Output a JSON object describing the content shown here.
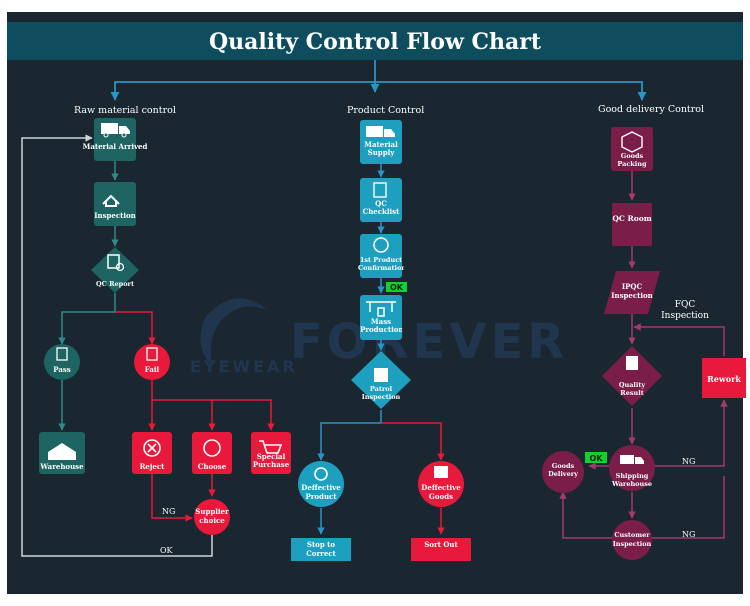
{
  "title": "Quality Control Flow Chart",
  "watermark": {
    "brand": "FOREVER",
    "sub": "EYEWEAR"
  },
  "colors": {
    "background": "#1a2730",
    "header": "#0d4d5e",
    "teal_dark": "#1d6462",
    "cyan": "#1da0c0",
    "red": "#e8193a",
    "maroon": "#7a1d48",
    "ok_green": "#12d12e",
    "line_white": "#cfd4d6",
    "line_blue": "#2a93c8",
    "line_red": "#e8193a",
    "line_maroon": "#a33a6a"
  },
  "sections": {
    "raw": "Raw material control",
    "product": "Product Control",
    "delivery": "Good delivery  Control"
  },
  "raw": {
    "material_arrived": "Material Arrived",
    "inspection": "Inspection",
    "qc_report": "QC Report",
    "pass": "Pass",
    "fail": "Fail",
    "warehouse": "Warehouse",
    "reject": "Reject",
    "choose": "Choose",
    "special_purchase": "Special Purchase",
    "supplier_choice": "Supplier choice",
    "ng": "NG",
    "ok": "OK"
  },
  "product": {
    "material_supply": "Material Supply",
    "qc_checklist": "QC Checklist",
    "first_product": "1st Product Confirmation",
    "ok_badge": "OK",
    "mass_production": "Mass Production",
    "patrol_inspection": "Patrol Inspection",
    "deffective_product": "Deffective Product",
    "deffective_goods": "Deffective Goods",
    "stop_to_correct": "Stop to Correct",
    "sort_out": "Sort Out"
  },
  "delivery": {
    "goods_packing": "Goods Packing",
    "qc_room": "QC Room",
    "ipqc_inspection": "IPQC Inspection",
    "fqc_inspection": "FQC Inspection",
    "quality_result": "Quality Result",
    "rework": "Rework",
    "ok_badge": "OK",
    "goods_delivery": "Goods Delivery",
    "shipping_warehouse": "Shipping Warehouse",
    "customer_inspection": "Customer Inspection",
    "ng_upper": "NG",
    "ng_lower": "NG"
  }
}
